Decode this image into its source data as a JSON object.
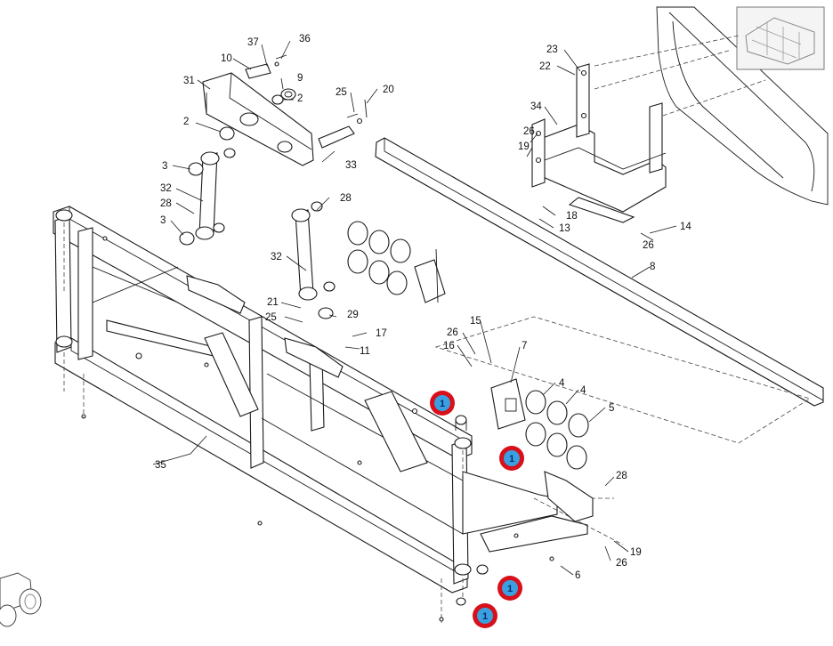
{
  "labels": {
    "l37": "37",
    "l36": "36",
    "l10": "10",
    "l9": "9",
    "l31": "31",
    "l2a": "2",
    "l2b": "2",
    "l25a": "25",
    "l20": "20",
    "l33": "33",
    "l3a": "3",
    "l32a": "32",
    "l28a": "28",
    "l3b": "3",
    "l28b": "28",
    "l32b": "32",
    "l21": "21",
    "l25b": "25",
    "l29": "29",
    "l17": "17",
    "l11": "11",
    "l15": "15",
    "l26a": "26",
    "l16": "16",
    "l7": "7",
    "l4a": "4",
    "l4b": "4",
    "l5": "5",
    "l35": "35",
    "l28c": "28",
    "l6": "6",
    "l19a": "19",
    "l26b": "26",
    "l23": "23",
    "l22": "22",
    "l34": "34",
    "l26c": "26",
    "l19b": "19",
    "l18": "18",
    "l13": "13",
    "l26d": "26",
    "l14": "14",
    "l8": "8"
  },
  "badges": {
    "b1": "1",
    "b2": "1",
    "b3": "1",
    "b4": "1"
  },
  "colors": {
    "badge_ring": "#d8101a",
    "badge_fill": "#3aa0e0",
    "line": "#1a1a1a"
  },
  "icons": {
    "thumbnail": "thumbnail-preview-icon",
    "tractor": "tractor-icon"
  }
}
